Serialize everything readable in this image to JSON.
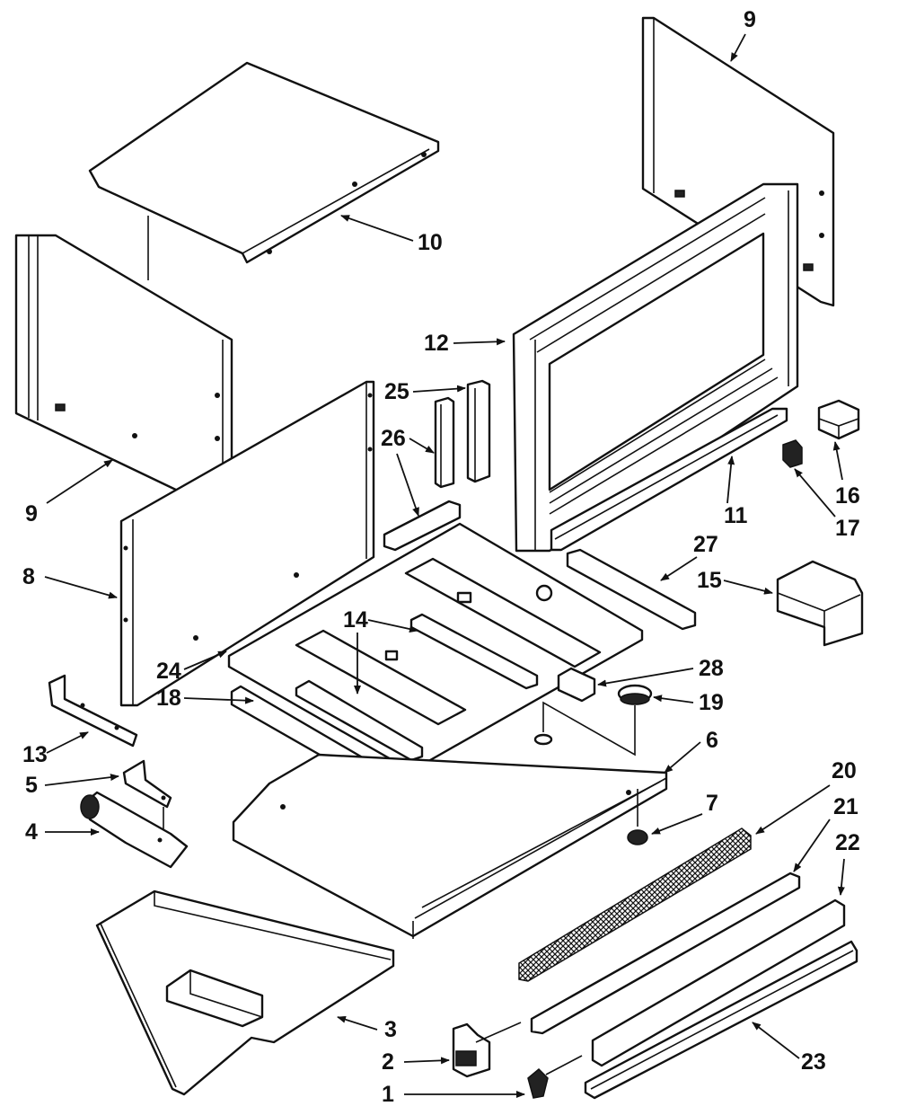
{
  "callouts": [
    {
      "id": "9a",
      "label": "9"
    },
    {
      "id": "9b",
      "label": "9"
    },
    {
      "id": "10",
      "label": "10"
    },
    {
      "id": "12",
      "label": "12"
    },
    {
      "id": "25",
      "label": "25"
    },
    {
      "id": "26",
      "label": "26"
    },
    {
      "id": "8",
      "label": "8"
    },
    {
      "id": "11",
      "label": "11"
    },
    {
      "id": "16",
      "label": "16"
    },
    {
      "id": "17",
      "label": "17"
    },
    {
      "id": "27",
      "label": "27"
    },
    {
      "id": "15",
      "label": "15"
    },
    {
      "id": "14",
      "label": "14"
    },
    {
      "id": "24",
      "label": "24"
    },
    {
      "id": "18",
      "label": "18"
    },
    {
      "id": "28",
      "label": "28"
    },
    {
      "id": "19",
      "label": "19"
    },
    {
      "id": "13",
      "label": "13"
    },
    {
      "id": "6",
      "label": "6"
    },
    {
      "id": "5",
      "label": "5"
    },
    {
      "id": "7",
      "label": "7"
    },
    {
      "id": "4",
      "label": "4"
    },
    {
      "id": "20",
      "label": "20"
    },
    {
      "id": "21",
      "label": "21"
    },
    {
      "id": "22",
      "label": "22"
    },
    {
      "id": "3",
      "label": "3"
    },
    {
      "id": "2",
      "label": "2"
    },
    {
      "id": "23",
      "label": "23"
    },
    {
      "id": "1",
      "label": "1"
    }
  ]
}
